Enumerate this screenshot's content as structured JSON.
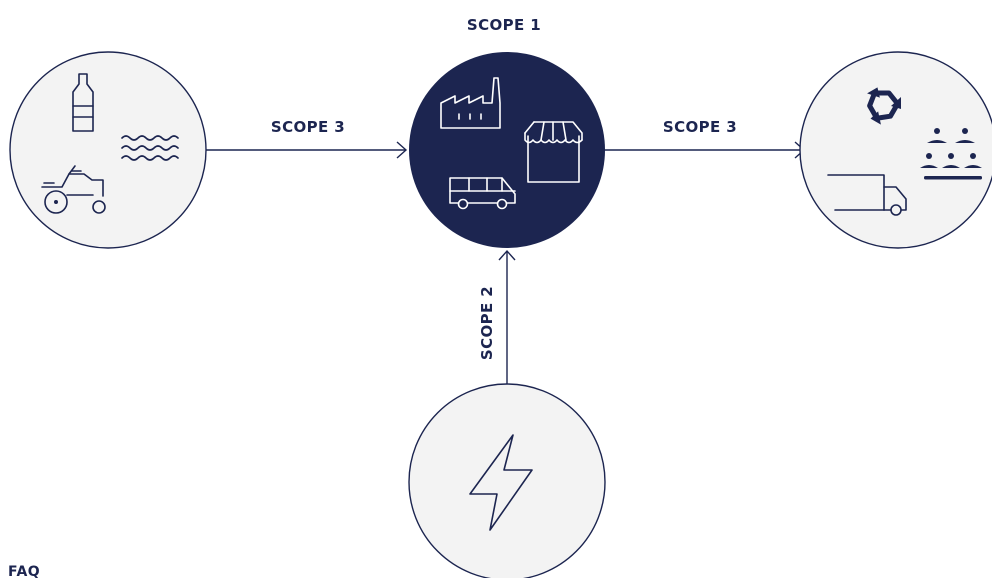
{
  "labels": {
    "scope1": "SCOPE 1",
    "scope2": "SCOPE 2",
    "scope3_left": "SCOPE 3",
    "scope3_right": "SCOPE 3"
  },
  "footer": {
    "heading": "FAQ"
  },
  "colors": {
    "navy": "#1c2550",
    "circle_fill": "#f3f3f3",
    "background": "#ffffff"
  },
  "icons": {
    "upstream": [
      "bottle-icon",
      "water-waves-icon",
      "tractor-icon"
    ],
    "own_operations": [
      "factory-icon",
      "store-icon",
      "van-icon"
    ],
    "downstream": [
      "recycle-icon",
      "people-icon",
      "truck-icon"
    ],
    "energy": [
      "lightning-icon"
    ]
  }
}
